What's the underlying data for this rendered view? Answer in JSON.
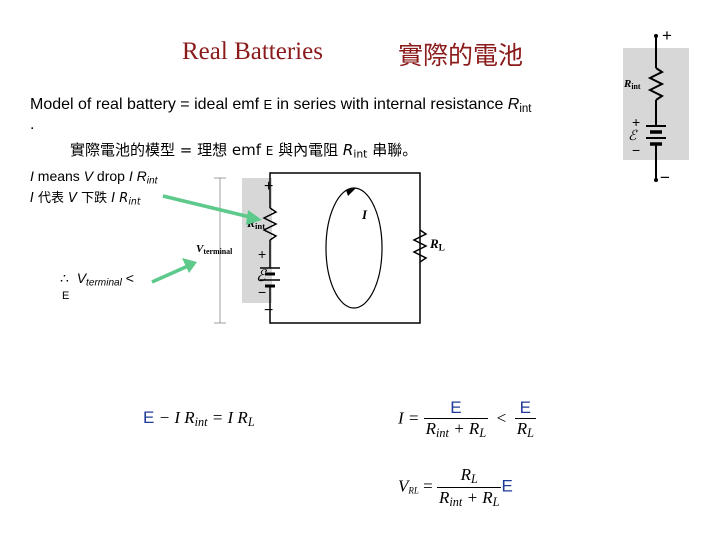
{
  "title": {
    "en": "Real Batteries",
    "zh": "實際的電池"
  },
  "line1": {
    "prefix": "Model of real battery = ideal emf ",
    "emf_symbol": "E",
    "middle": " in series with internal resistance ",
    "r": "R",
    "r_sub": "int"
  },
  "line1_dot": ".",
  "line2": {
    "prefix": "實際電池的模型 = 理想 emf ",
    "emf_symbol": "E",
    "middle": "  與內電阻 ",
    "r": "R",
    "r_sub": "int",
    "suffix": " 串聯。"
  },
  "line3": {
    "i": "I",
    "text": " means ",
    "v": "V",
    "text2": " drop ",
    "i2": "I",
    "r": "R",
    "r_sub": "int"
  },
  "line4": {
    "i": "I",
    "text": "  代表  ",
    "v": "V",
    "text2": " 下跌  ",
    "i2": "I",
    "r": "R",
    "r_sub": "int"
  },
  "line5": {
    "therefore": "∴",
    "v": "V",
    "v_sub": "terminal",
    "lt": " <",
    "emf_symbol": "E"
  },
  "diagram": {
    "plus": "+",
    "minus": "−",
    "r_int": "R",
    "r_int_sub": "int",
    "emf": "ℰ",
    "current": "I",
    "v_terminal": "V",
    "v_terminal_sub": "terminal",
    "r_load": "R",
    "r_load_sub": "L"
  },
  "battery_icon": {
    "plus": "+",
    "minus": "−",
    "r_int": "R",
    "r_int_sub": "int",
    "emf_plus": "+",
    "emf": "ℰ",
    "emf_minus": "−"
  },
  "equations": {
    "eq1": {
      "E": "E",
      "mid": " − I R",
      "sub1": "int",
      "eq": " = I R",
      "sub2": "L"
    },
    "eq2": {
      "lhs": "I =",
      "num": "E",
      "den": "R",
      "den_sub": "int",
      "den_plus": " + R",
      "den_sub2": "L",
      "lt": "<",
      "num2": "E",
      "den2": "R",
      "den2_sub": "L"
    },
    "eq3": {
      "lhs": "V",
      "lhs_sub": "RL",
      "eq": "=",
      "num": "R",
      "num_sub": "L",
      "den": "R",
      "den_sub": "int",
      "den_plus": " + R",
      "den_sub2": "L",
      "E": "E"
    }
  },
  "colors": {
    "title": "#8b1a1a",
    "arrow": "#5dc98a",
    "equation_symbol": "#1f3b99",
    "battery_box": "#d7d7d7"
  }
}
